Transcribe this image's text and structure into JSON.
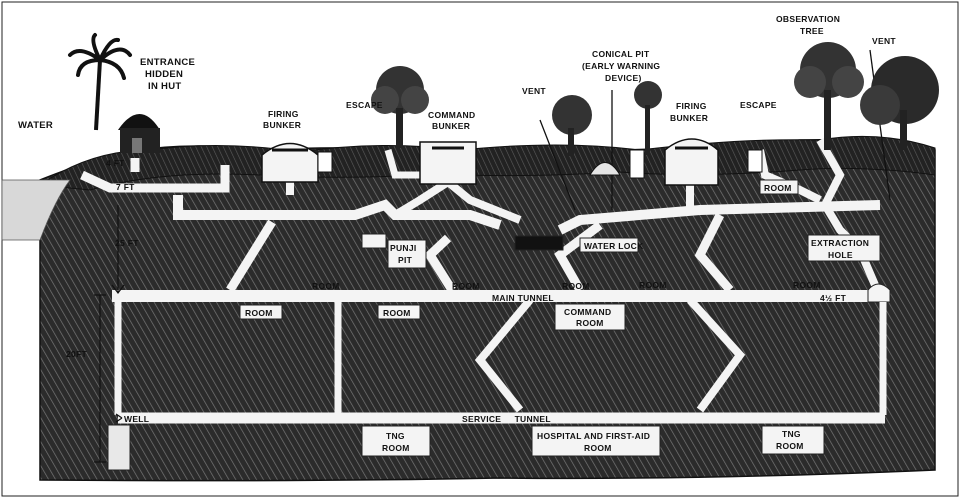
{
  "diagram": {
    "labels": {
      "water": "WATER",
      "entrance_line1": "ENTRANCE",
      "entrance_line2": "HIDDEN",
      "entrance_line3": "IN HUT",
      "firing_bunker_left_line1": "FIRING",
      "firing_bunker_left_line2": "BUNKER",
      "escape_left": "ESCAPE",
      "command_bunker_line1": "COMMAND",
      "command_bunker_line2": "BUNKER",
      "vent_center": "VENT",
      "conical_pit_line1": "CONICAL PIT",
      "conical_pit_line2": "(EARLY WARNING",
      "conical_pit_line3": "DEVICE)",
      "firing_bunker_right_line1": "FIRING",
      "firing_bunker_right_line2": "BUNKER",
      "escape_right": "ESCAPE",
      "observation_tree_line1": "OBSERVATION",
      "observation_tree_line2": "TREE",
      "vent_right": "VENT",
      "depth_4ft": "4 FT",
      "depth_7ft": "7 FT",
      "depth_25ft": "25 FT",
      "depth_20ft": "20FT",
      "punji_pit_line1": "PUNJI",
      "punji_pit_line2": "PIT",
      "water_lock": "WATER LOCK",
      "extraction_hole_line1": "EXTRACTION",
      "extraction_hole_line2": "HOLE",
      "main_tunnel": "MAIN TUNNEL",
      "height_4_5ft": "4½ FT",
      "room_upper_right": "ROOM",
      "room_mid_left": "ROOM",
      "room_mid_center": "ROOM",
      "room_mid_right_a": "ROOM",
      "room_mid_right_b": "ROOM",
      "room_mid_far_right": "ROOM",
      "room_lower_left": "ROOM",
      "room_lower_center": "ROOM",
      "command_room_line1": "COMMAND",
      "command_room_line2": "ROOM",
      "well": "WELL",
      "service_tunnel": "SERVICE     TUNNEL",
      "tng_room_left_line1": "TNG",
      "tng_room_left_line2": "ROOM",
      "hospital_line1": "HOSPITAL AND FIRST-AID",
      "hospital_line2": "ROOM",
      "tng_room_right_line1": "TNG",
      "tng_room_right_line2": "ROOM"
    },
    "colors": {
      "ink": "#111111",
      "tunnel": "#f4f4f4",
      "ground": "#3a3a3a",
      "paper": "#ffffff"
    },
    "icons": [
      "palm-tree-icon",
      "hut-icon",
      "bunker-dome-icon",
      "tree-icon",
      "trapdoor-icon"
    ]
  }
}
